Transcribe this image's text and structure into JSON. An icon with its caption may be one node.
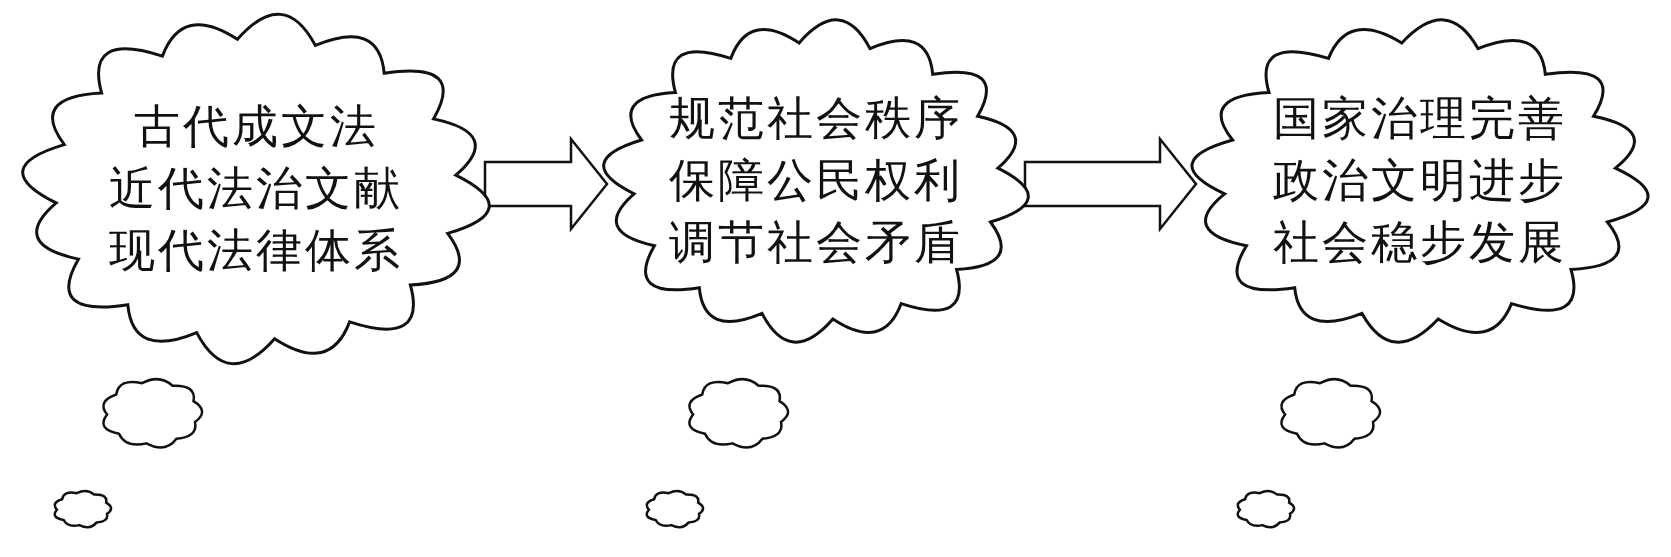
{
  "diagram": {
    "nodes": [
      {
        "text": [
          "古代成文法",
          "近代法治文献",
          "现代法律体系"
        ]
      },
      {
        "text": [],
        "shape": "cloud"
      },
      {
        "text": [],
        "shape": "cloud"
      },
      {
        "text": [
          "规范社会秩序",
          "保障公民权利",
          "调节社会矛盾"
        ]
      },
      {
        "text": [],
        "shape": "cloud"
      },
      {
        "text": [],
        "shape": "cloud"
      },
      {
        "text": [
          "国家治理完善",
          "政治文明进步",
          "社会稳步发展"
        ]
      },
      {
        "text": [],
        "shape": "cloud"
      },
      {
        "text": [],
        "shape": "cloud"
      }
    ],
    "edges": [
      {
        "from": 0,
        "to": 3,
        "arrow": "to"
      },
      {
        "from": 3,
        "to": 6,
        "arrow": "to"
      }
    ]
  }
}
